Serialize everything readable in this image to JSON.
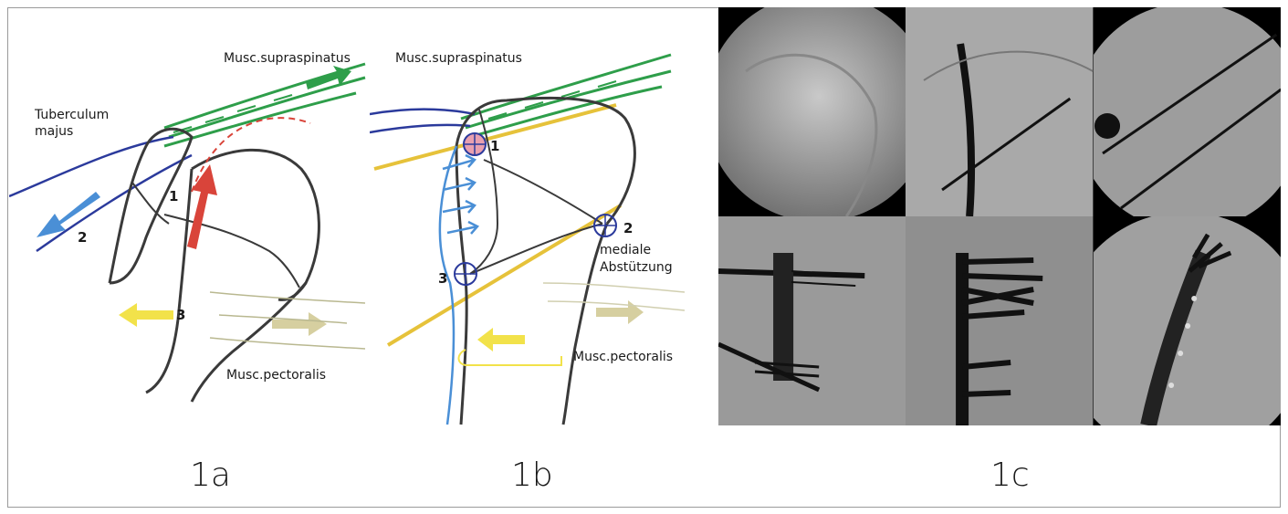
{
  "panel_a": {
    "labels": {
      "supraspinatus": "Musc.supraspinatus",
      "tuberculum_line1": "Tuberculum",
      "tuberculum_line2": "majus",
      "pectoralis": "Musc.pectoralis",
      "num1": "1",
      "num2": "2",
      "num3": "3"
    },
    "caption": "1a"
  },
  "panel_b": {
    "labels": {
      "supraspinatus": "Musc.supraspinatus",
      "medial_line1": "mediale",
      "medial_line2": "Abstützung",
      "pectoralis": "Musc.pectoralis",
      "num1": "1",
      "num2": "2",
      "num3": "3"
    },
    "caption": "1b"
  },
  "panel_c": {
    "caption": "1c",
    "image_count": 6
  },
  "colors": {
    "bone_outline": "#3a3a3a",
    "supraspinatus": "#2e9e4a",
    "cuff_blue": "#2b3a9c",
    "arrow_blue": "#4a8fd6",
    "arrow_red": "#d9443a",
    "arrow_yellow": "#f2e24a",
    "arrow_khaki": "#d6cfa0",
    "wire_gold": "#e6c23a",
    "marker_pink": "#e8a0b0"
  }
}
